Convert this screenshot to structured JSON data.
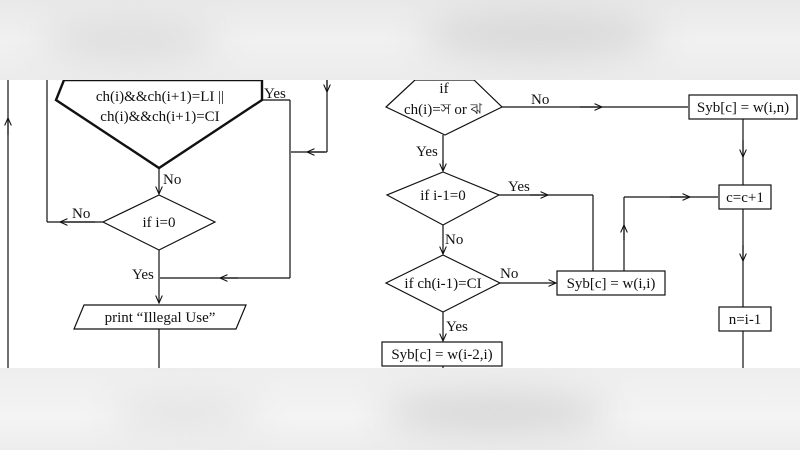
{
  "left_flow": {
    "decision_top": {
      "line1": "ch(i)&&ch(i+1)=LI ||",
      "line2": "ch(i)&&ch(i+1)=CI"
    },
    "yes_label_top": "Yes",
    "no_label_mid": "No",
    "decision_i0": "if i=0",
    "no_label_left": "No",
    "yes_label_bottom": "Yes",
    "print_box": "print “Illegal Use”"
  },
  "right_flow": {
    "decision_ch": {
      "line1": "if",
      "line2": "ch(i)=স or ঝ"
    },
    "no_label_ch": "No",
    "box_n": "Syb[c] = w(i,n)",
    "yes_label_ch": "Yes",
    "decision_i1": "if i-1=0",
    "yes_label_i1": "Yes",
    "box_cc": "c=c+1",
    "no_label_i1": "No",
    "decision_ci": "if ch(i-1)=CI",
    "no_label_ci": "No",
    "box_ii": "Syb[c] = w(i,i)",
    "yes_label_ci": "Yes",
    "box_i2": "Syb[c] = w(i-2,i)",
    "box_ni": "n=i-1"
  }
}
